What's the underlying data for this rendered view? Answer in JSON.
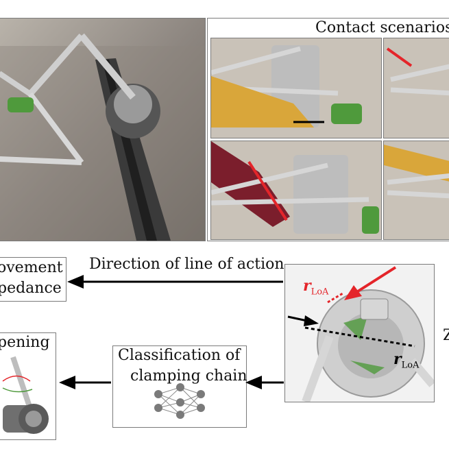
{
  "labels": {
    "contact_scenarios": "Contact scenarios",
    "direction_line": "Direction of line of action",
    "classification_line1": "Classification of",
    "classification_line2": "clamping chain",
    "movement_line1": "ovement",
    "movement_line2": "pedance",
    "opening": "pening",
    "r_main": "r",
    "r_sub": "LoA",
    "edge_char": "Z"
  },
  "colors": {
    "accent_red": "#e4252a",
    "arrow_black": "#000000",
    "gripper_green": "#4f9a3c",
    "arm_yellow": "#d9a63a",
    "arm_maroon": "#7b1e2c"
  }
}
